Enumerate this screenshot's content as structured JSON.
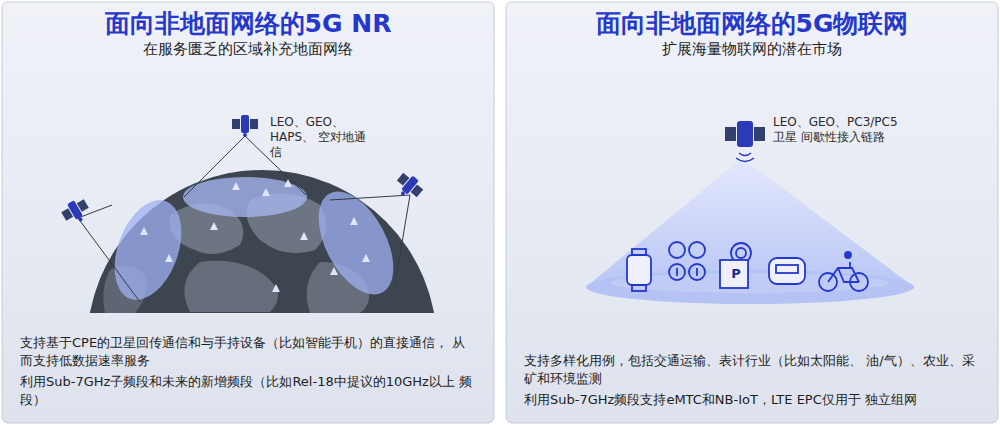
{
  "diagram": {
    "nodes": [
      {
        "text": [
          "面向非地面网络的5G NR",
          "在服务匮乏的区域补充地面网络",
          "支持基于CPE的卫星回传通信和与手持设备（比如智能手机）的直接通信， 从而支持低数据速率服务",
          "利用Sub-7GHz子频段和未来的新增频段（比如Rel-18中提议的10GHz以上 频段）"
        ]
      },
      {
        "text": [
          "面向非地面网络的5G物联网",
          "扩展海量物联网的潜在市场",
          "支持多样化用例，包括交通运输、表计行业（比如太阳能、 油/气）、农业、采矿和环境监测",
          "利用Sub-7GHz频段支持eMTC和NB-IoT，LTE EPC仅用于 独立组网"
        ]
      }
    ],
    "labels": [
      "LEO、GEO、HAPS、 空对地通信",
      "LEO、GEO、PC3/PC5卫星 间歇性接入链路",
      "P"
    ]
  }
}
